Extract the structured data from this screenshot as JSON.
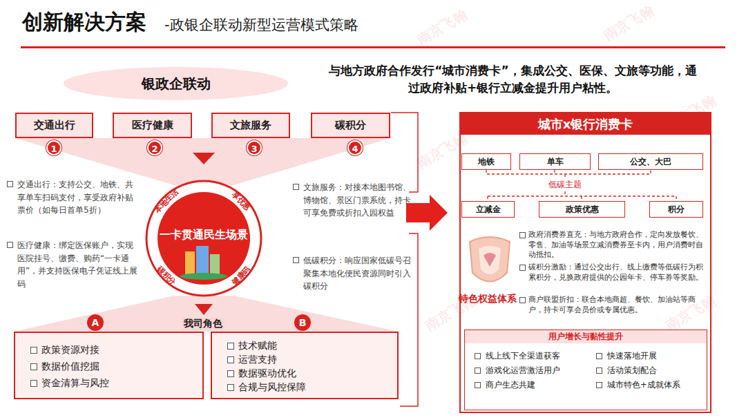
{
  "diagram": {
    "title": "创新解决方案",
    "nodes": [
      {
        "text": [
          "银政企联动"
        ]
      },
      {
        "text": [
          "交通出行"
        ]
      },
      {
        "text": [
          "医疗健康"
        ]
      },
      {
        "text": [
          "文旅服务"
        ]
      },
      {
        "text": [
          "碳积分"
        ]
      },
      {
        "text": [
          "一卡贯通民生场景"
        ]
      },
      {
        "text": [
          "政策资源对接",
          "数据价值挖掘",
          "资金清算与风控"
        ]
      },
      {
        "text": [
          "技术赋能",
          "运营支持",
          "数据驱动优化",
          "合规与风控保障"
        ]
      },
      {
        "text": [
          "城市x银行消费卡"
        ]
      },
      {
        "text": [
          "地铁"
        ],
        "in": 8
      },
      {
        "text": [
          "单车"
        ],
        "in": 8
      },
      {
        "text": [
          "公交、大巴"
        ],
        "in": 8
      },
      {
        "text": [
          "立减金"
        ],
        "in": 8
      },
      {
        "text": [
          "政策优惠"
        ],
        "in": 8
      },
      {
        "text": [
          "积分"
        ],
        "in": 8
      },
      {
        "text": [
          "用户增长与黏性提升",
          "线上线下全渠道获客",
          "快速落地开展",
          "游戏化运营激活用户",
          "活动策划配合",
          "商户生态共建",
          "城市特色+成就体系"
        ],
        "in": 8
      }
    ],
    "labels": [
      "-政银企联动新型运营模式策略",
      "与地方政府合作发行“城市消费卡”，集成公交、医保、文旅等功能，通过政府补贴+银行立减金提升用户粘性。",
      "1",
      "2",
      "3",
      "4",
      "本地生活",
      "享优惠",
      "健康码",
      "碳积分",
      "交通出行：支持公交、地铁、共享单车扫码支付，享受政府补贴票价（如每日首单5折）",
      "医疗健康：绑定医保账户，实现医院挂号、缴费、购药“一卡通用”，并支持医保电子凭证线上展码",
      "文旅服务：对接本地图书馆、博物馆、景区门票系统，持卡可享免费或折扣入园权益",
      "低碳积分：响应国家低碳号召聚集本地化便民资源同时引入碳积分",
      "我司角色",
      "A",
      "B",
      "低碳主题",
      "特色权益体系",
      "政府消费券直充：与地方政府合作，定向发放餐饮、零售、加油等场景立减消费券至卡内，用户消费时自动抵扣。",
      "碳积分激励：通过公交出行、线上缴费等低碳行为积累积分，兑换政府提供的公园年卡、停车券等奖励。",
      "商户联盟折扣：联合本地商超、餐饮、加油站等商户，持卡可享会员价或专属优惠。",
      "南京飞翰",
      "南京飞翰",
      "南京飞翰",
      "南京飞翰",
      "南京飞翰",
      "南京飞翰"
    ]
  }
}
